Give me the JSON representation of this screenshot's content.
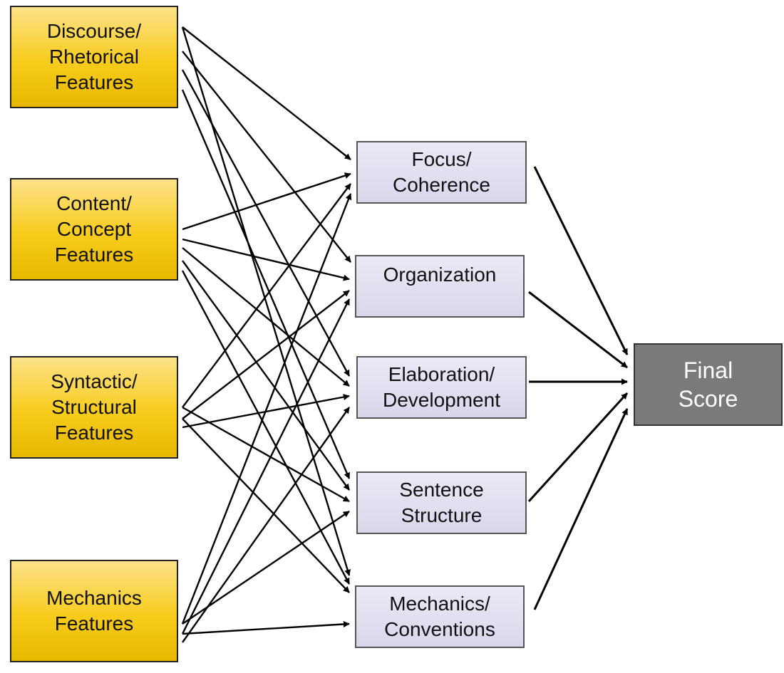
{
  "features": [
    {
      "id": "discourse",
      "label": "Discourse/\nRhetorical\nFeatures"
    },
    {
      "id": "content",
      "label": "Content/\nConcept\nFeatures"
    },
    {
      "id": "syntactic",
      "label": "Syntactic/\nStructural\nFeatures"
    },
    {
      "id": "mechanics",
      "label": "Mechanics\nFeatures"
    }
  ],
  "traits": [
    {
      "id": "focus",
      "label": "Focus/\nCoherence"
    },
    {
      "id": "organization",
      "label": "Organization"
    },
    {
      "id": "elaboration",
      "label": "Elaboration/\nDevelopment"
    },
    {
      "id": "sentence",
      "label": "Sentence\nStructure"
    },
    {
      "id": "mechconv",
      "label": "Mechanics/\nConventions"
    }
  ],
  "final": {
    "label": "Final\nScore"
  },
  "edges": [
    [
      "discourse",
      "focus"
    ],
    [
      "discourse",
      "organization"
    ],
    [
      "discourse",
      "elaboration"
    ],
    [
      "discourse",
      "sentence"
    ],
    [
      "discourse",
      "mechconv"
    ],
    [
      "content",
      "focus"
    ],
    [
      "content",
      "organization"
    ],
    [
      "content",
      "elaboration"
    ],
    [
      "content",
      "sentence"
    ],
    [
      "content",
      "mechconv"
    ],
    [
      "syntactic",
      "focus"
    ],
    [
      "syntactic",
      "organization"
    ],
    [
      "syntactic",
      "elaboration"
    ],
    [
      "syntactic",
      "sentence"
    ],
    [
      "syntactic",
      "mechconv"
    ],
    [
      "mechanics",
      "focus"
    ],
    [
      "mechanics",
      "organization"
    ],
    [
      "mechanics",
      "elaboration"
    ],
    [
      "mechanics",
      "sentence"
    ],
    [
      "mechanics",
      "mechconv"
    ],
    [
      "focus",
      "final"
    ],
    [
      "organization",
      "final"
    ],
    [
      "elaboration",
      "final"
    ],
    [
      "sentence",
      "final"
    ],
    [
      "mechconv",
      "final"
    ]
  ],
  "colors": {
    "feature_fill": "#f7cc1c",
    "trait_fill": "#dcdaec",
    "final_fill": "#7a7a7a",
    "arrow": "#000000"
  }
}
